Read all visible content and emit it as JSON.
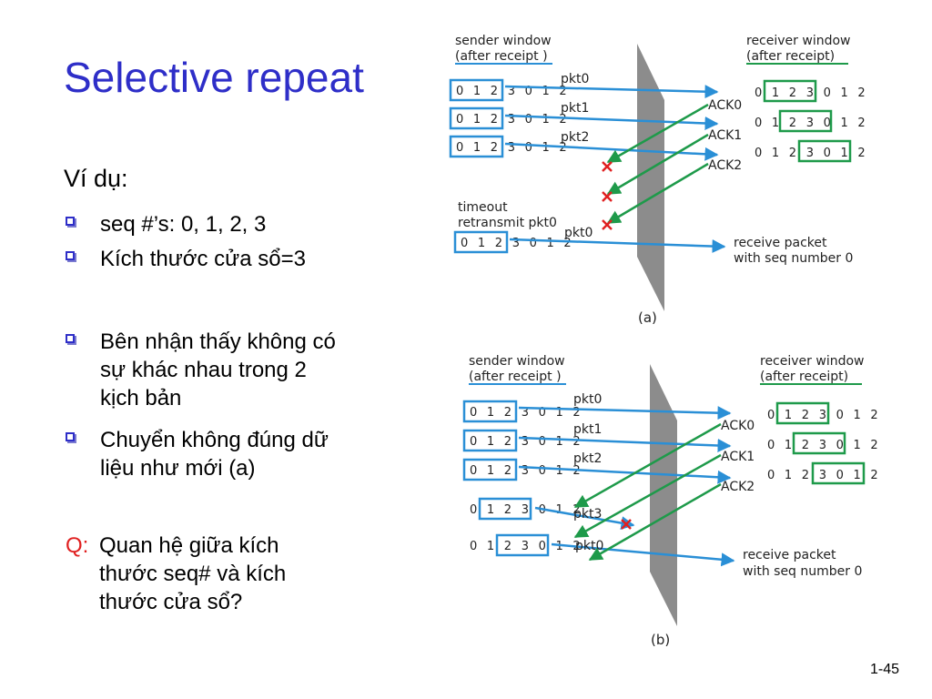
{
  "slide": {
    "title": "Selective repeat",
    "lead": "Ví dụ:",
    "bullets": [
      "seq #’s: 0, 1, 2, 3",
      "Kích thước cửa sổ=3"
    ],
    "bullets2": [
      [
        "Bên nhận thấy không có",
        "sự khác nhau trong 2",
        "kịch bản"
      ],
      [
        "Chuyển không đúng dữ",
        "liệu như mới (a)"
      ]
    ],
    "question_label": "Q:",
    "question_lines": [
      "Quan hệ giữa kích",
      "thước seq# và kích",
      "thước cửa sổ?"
    ],
    "page_number": "1-45"
  },
  "diagram_a": {
    "sender_title": [
      "sender window",
      "(after receipt )"
    ],
    "receiver_title": [
      "receiver window",
      "(after receipt)"
    ],
    "sender_seq": "0 1 2 3 0 1 2",
    "receiver_seq": "0 1 2 3 0 1 2",
    "packets": [
      "pkt0",
      "pkt1",
      "pkt2"
    ],
    "acks": [
      "ACK0",
      "ACK1",
      "ACK2"
    ],
    "timeout": [
      "timeout",
      "retransmit pkt0"
    ],
    "retransmit_pkt": "pkt0",
    "receive_note": [
      "receive packet",
      "with seq number 0"
    ],
    "caption": "(a)"
  },
  "diagram_b": {
    "sender_title": [
      "sender window",
      "(after receipt )"
    ],
    "receiver_title": [
      "receiver window",
      "(after receipt)"
    ],
    "sender_seq": "0 1 2 3 0 1 2",
    "receiver_seq": "0 1 2 3 0 1 2",
    "packets": [
      "pkt0",
      "pkt1",
      "pkt2",
      "pkt3",
      "pkt0"
    ],
    "acks": [
      "ACK0",
      "ACK1",
      "ACK2"
    ],
    "receive_note": [
      "receive packet",
      "with seq number 0"
    ],
    "caption": "(b)"
  },
  "colors": {
    "title": "#2e2ec8",
    "question": "#e02020",
    "sender_box": "#2a8fd6",
    "receiver_box": "#1e9a4a",
    "packet_arrow": "#2a8fd6",
    "ack_arrow": "#1e9a4a",
    "loss_mark": "#e02020",
    "channel": "#8c8c8c"
  }
}
